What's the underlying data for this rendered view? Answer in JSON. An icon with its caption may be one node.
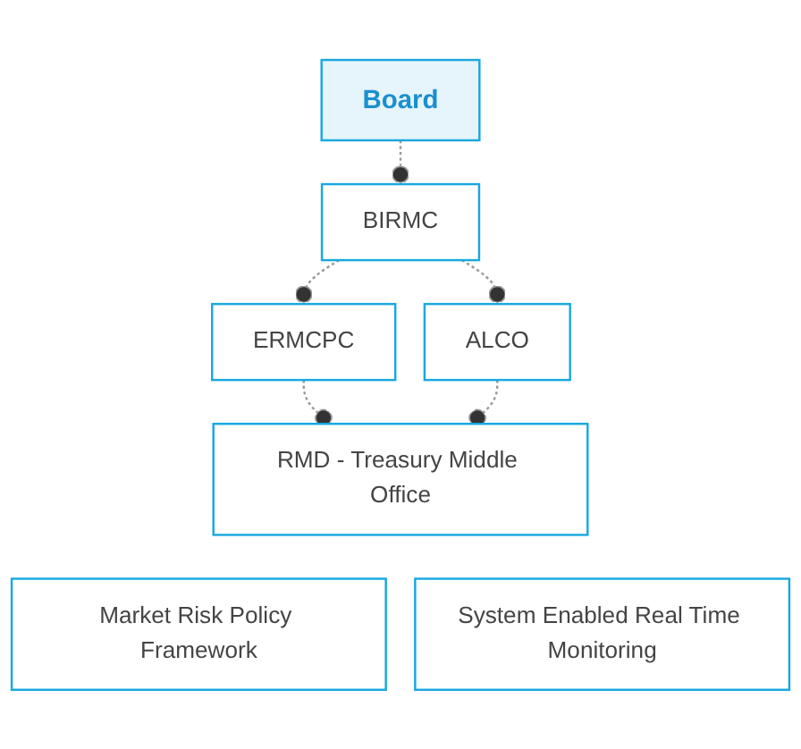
{
  "diagram": {
    "nodes": [
      {
        "text": [
          "Board"
        ]
      },
      {
        "text": [
          "BIRMC"
        ]
      },
      {
        "text": [
          "ERMCPC"
        ]
      },
      {
        "text": [
          "ALCO"
        ]
      },
      {
        "text": [
          "RMD - Treasury Middle Office"
        ]
      },
      {
        "text": [
          "Market Risk Policy Framework"
        ]
      },
      {
        "text": [
          "System Enabled Real Time Monitoring"
        ]
      }
    ],
    "edges": [
      {
        "from": 0,
        "to": 1,
        "arrow": "other",
        "style": "dashed"
      },
      {
        "from": 1,
        "to": 2,
        "arrow": "other",
        "style": "dashed"
      },
      {
        "from": 1,
        "to": 3,
        "arrow": "other",
        "style": "dashed"
      },
      {
        "from": 2,
        "to": 4,
        "arrow": "other",
        "style": "dashed"
      },
      {
        "from": 3,
        "to": 4,
        "arrow": "other",
        "style": "dashed"
      }
    ]
  }
}
